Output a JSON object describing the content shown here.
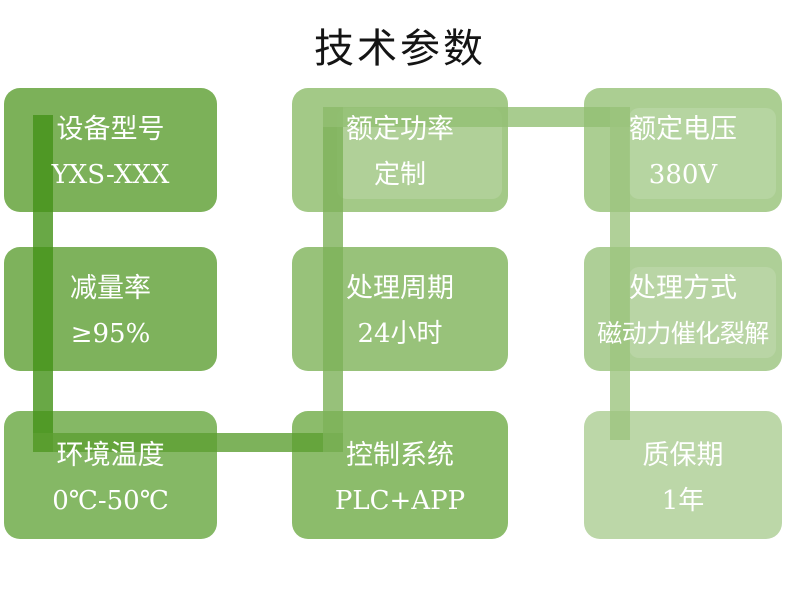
{
  "slide": {
    "title": "技术参数"
  },
  "cards": [
    {
      "id": "device-model",
      "label": "设备型号",
      "value": "YXS-XXX",
      "color": "#7cb159"
    },
    {
      "id": "rated-power",
      "label": "额定功率",
      "value": "定制",
      "color": "#a3c987"
    },
    {
      "id": "rated-voltage",
      "label": "额定电压",
      "value": "380V",
      "color": "#abce92"
    },
    {
      "id": "reduction-rate",
      "label": "减量率",
      "value": "≥95%",
      "color": "#7eb25c"
    },
    {
      "id": "treatment-cycle",
      "label": "处理周期",
      "value": "24小时",
      "color": "#98c27a"
    },
    {
      "id": "treatment-method",
      "label": "处理方式",
      "value": "磁动力催化裂解",
      "color": "#aecf97"
    },
    {
      "id": "ambient-temperature",
      "label": "环境温度",
      "value": "0℃-50℃",
      "color": "#85b865"
    },
    {
      "id": "control-system",
      "label": "控制系统",
      "value": "PLC+APP",
      "color": "#8cbc6b"
    },
    {
      "id": "warranty",
      "label": "质保期",
      "value": "1年",
      "color": "#bcd7a8"
    }
  ],
  "connectors": [
    {
      "id": "left-column-down",
      "color": "rgba(68,146,24,0.8)"
    },
    {
      "id": "bottom-row-right",
      "color": "rgba(92,159,50,0.8)"
    },
    {
      "id": "middle-column-up",
      "color": "rgba(125,177,89,0.8)"
    },
    {
      "id": "top-row-right",
      "color": "rgba(146,191,115,0.8)"
    },
    {
      "id": "right-column-down",
      "color": "rgba(156,196,126,0.8)"
    }
  ]
}
